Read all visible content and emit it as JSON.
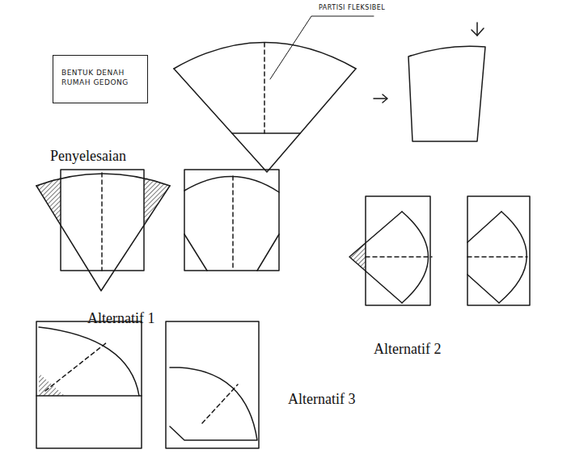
{
  "diagram": {
    "nodes": [
      {
        "text": [
          "BENTUK DENAH RUMAH GEDONG"
        ]
      }
    ],
    "labels": [
      "PARTISI FLEKSIBEL",
      "Penyelesaian",
      "Alternatif 1",
      "Alternatif 2",
      "Alternatif 3"
    ]
  }
}
